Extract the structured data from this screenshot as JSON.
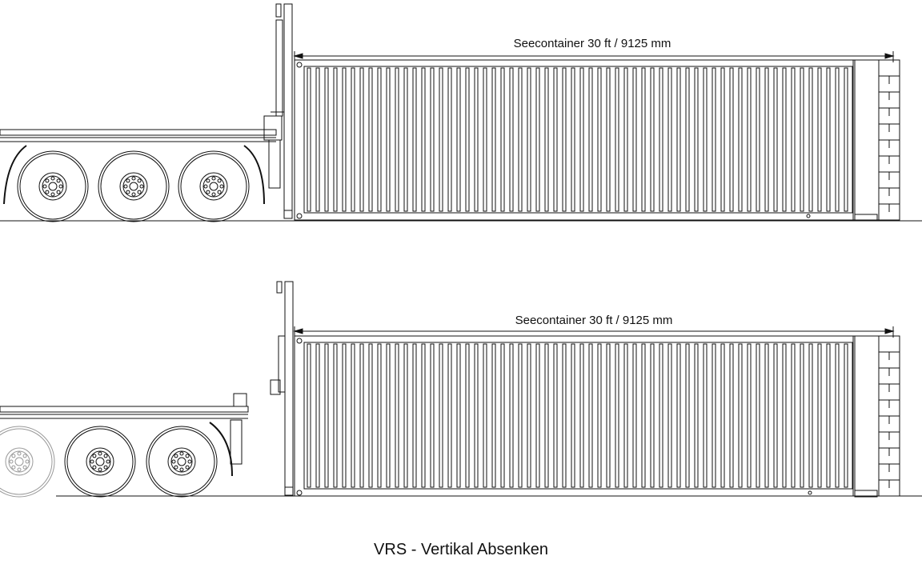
{
  "views": [
    {
      "id": "view-raised",
      "dimension_label": "Seecontainer 30 ft / 9125 mm"
    },
    {
      "id": "view-lowered",
      "dimension_label": "Seecontainer 30 ft / 9125 mm"
    }
  ],
  "caption": "VRS - Vertikal Absenken",
  "colors": {
    "line": "#111111",
    "background": "#ffffff"
  }
}
